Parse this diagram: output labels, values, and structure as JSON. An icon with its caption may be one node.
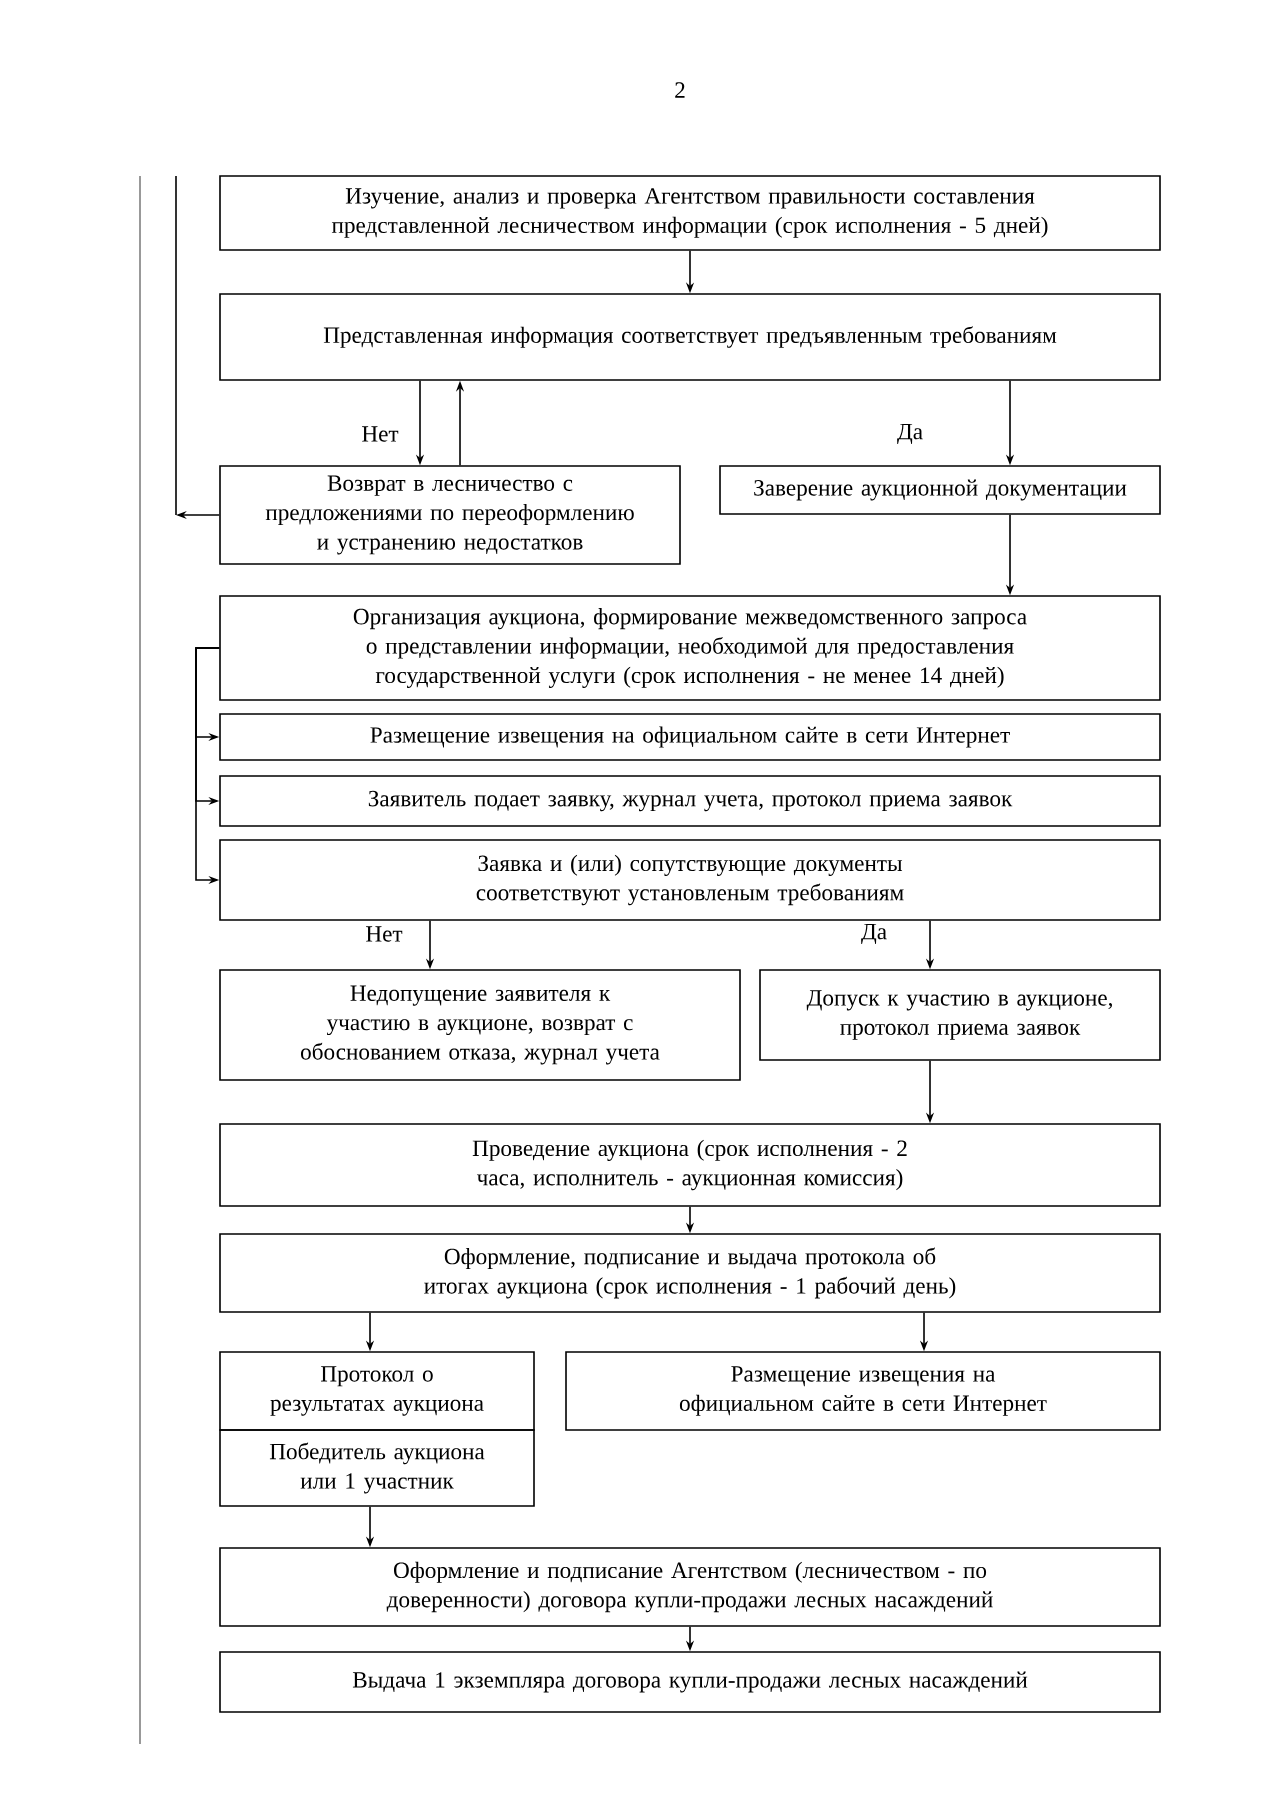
{
  "diagram": {
    "nodes": [
      {
        "text": [
          "Изучение, анализ и проверка Агентством правильности составления представленной лесничеством информации (срок исполнения - 5 дней)"
        ]
      },
      {
        "text": [
          "Представленная информация соответствует предъявленным требованиям"
        ]
      },
      {
        "text": [
          "Возврат в лесничество с предложениями по переоформлению и устранению недостатков"
        ]
      },
      {
        "text": [
          "Заверение аукционной документации"
        ]
      },
      {
        "text": [
          "Организация аукциона, формирование межведомственного запроса о представлении информации, необходимой для предоставления государственной услуги (срок исполнения - не менее 14 дней)"
        ]
      },
      {
        "text": [
          "Размещение извещения на официальном сайте в сети Интернет"
        ]
      },
      {
        "text": [
          "Заявитель подает заявку, журнал учета, протокол приема заявок"
        ]
      },
      {
        "text": [
          "Заявка и (или) сопутствующие документы соответствуют установленым требованиям"
        ]
      },
      {
        "text": [
          "Недопущение заявителя к участию в аукционе, возврат с обоснованием отказа, журнал учета"
        ]
      },
      {
        "text": [
          "Допуск к участию в аукционе, протокол приема заявок"
        ]
      },
      {
        "text": [
          "Проведение аукциона (срок исполнения - 2 часа, исполнитель - аукционная комиссия)"
        ]
      },
      {
        "text": [
          "Оформление, подписание и выдача протокола об итогах аукциона (срок исполнения - 1 рабочий день)"
        ]
      },
      {
        "text": [
          "Протокол о результатах аукциона"
        ]
      },
      {
        "text": [
          "Победитель аукциона или 1 участник"
        ]
      },
      {
        "text": [
          "Размещение извещения на официальном сайте в сети Интернет"
        ]
      },
      {
        "text": [
          "Оформление и подписание Агентством (лесничеством - по доверенности) договора купли-продажи лесных насаждений"
        ]
      },
      {
        "text": [
          "Выдача 1 экземпляра договора купли-продажи лесных насаждений"
        ]
      }
    ],
    "edges": [
      {
        "from": 0,
        "to": 1,
        "arrow": "to"
      },
      {
        "from": 1,
        "to": 2,
        "arrow": "to",
        "label": "Нет"
      },
      {
        "from": 2,
        "to": 1,
        "arrow": "to"
      },
      {
        "from": 1,
        "to": 3,
        "arrow": "to",
        "label": "Да"
      },
      {
        "from": 2,
        "to": null,
        "arrow": "to"
      },
      {
        "from": 3,
        "to": 4,
        "arrow": "to"
      },
      {
        "from": 4,
        "to": 5,
        "arrow": "to"
      },
      {
        "from": 4,
        "to": 6,
        "arrow": "to"
      },
      {
        "from": 4,
        "to": 7,
        "arrow": "to"
      },
      {
        "from": 7,
        "to": 8,
        "arrow": "to",
        "label": "Нет"
      },
      {
        "from": 7,
        "to": 9,
        "arrow": "to",
        "label": "Да"
      },
      {
        "from": 9,
        "to": 10,
        "arrow": "to"
      },
      {
        "from": 10,
        "to": 11,
        "arrow": "to"
      },
      {
        "from": 11,
        "to": 12,
        "arrow": "to"
      },
      {
        "from": 11,
        "to": 14,
        "arrow": "to"
      },
      {
        "from": 13,
        "to": 15,
        "arrow": "to"
      },
      {
        "from": 15,
        "to": 16,
        "arrow": "to"
      }
    ],
    "labels": [
      "2"
    ]
  }
}
